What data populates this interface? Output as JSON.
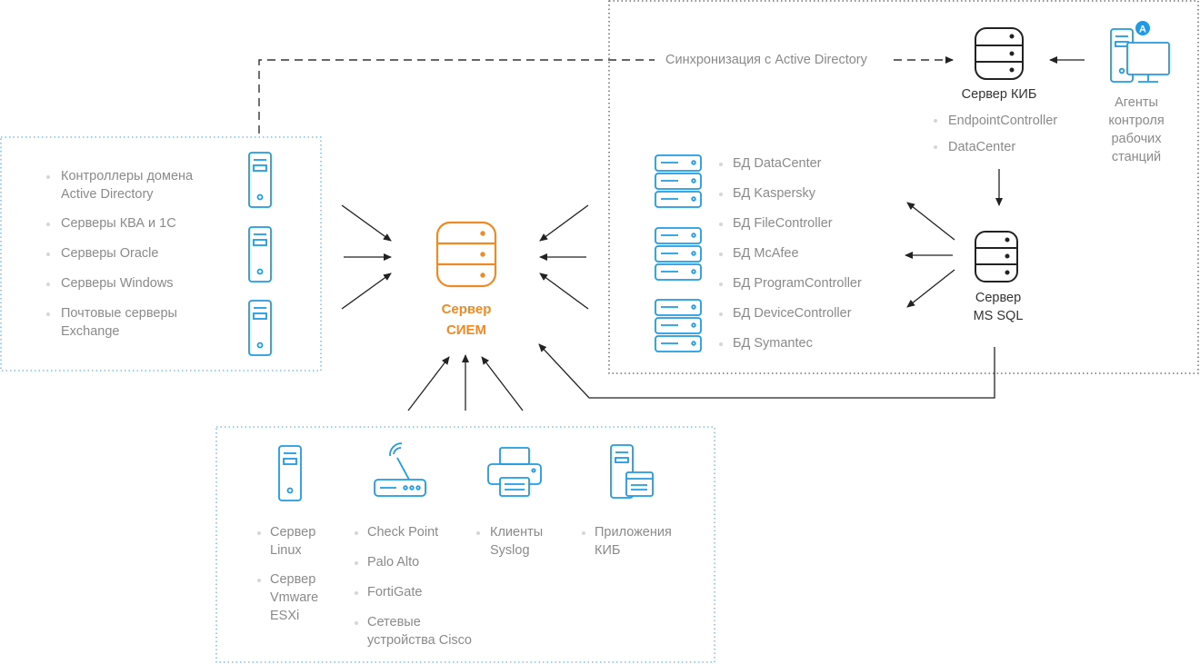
{
  "colors": {
    "accent_orange": "#f08a24",
    "icon_blue": "#1e9be6",
    "dark_icon": "#222222",
    "text_gray": "#8a8a8a",
    "frame_blue": "#5fb4ea"
  },
  "sync_label": "Синхронизация с Active Directory",
  "siem": {
    "line1": "Сервер",
    "line2": "СИЕМ",
    "icon": "database-icon"
  },
  "left_group": {
    "items": [
      "Контроллеры домена",
      "Active Directory",
      "Серверы КВА и 1С",
      "Серверы Oracle",
      "Серверы Windows",
      "Почтовые серверы",
      "Exchange"
    ],
    "icon": "server-tower-icon"
  },
  "kib_server": {
    "label": "Сервер КИБ",
    "icon": "database-icon",
    "items": [
      "EndpointController",
      "DataCenter"
    ]
  },
  "agents": {
    "lines": [
      "Агенты",
      "контроля",
      "рабочих",
      "станций"
    ],
    "icon": "workstation-agent-icon",
    "badge": "A"
  },
  "mssql": {
    "line1": "Сервер",
    "line2": "MS SQL",
    "icon": "database-icon"
  },
  "databases": [
    "БД DataCenter",
    "БД Kaspersky",
    "БД FileController",
    "БД McAfee",
    "БД ProgramController",
    "БД DeviceController",
    "БД Symantec"
  ],
  "bottom_group": {
    "col1": [
      "Сервер",
      "Linux",
      "Сервер",
      "Vmware",
      "ESXi"
    ],
    "col2": [
      "Check Point",
      "Palo Alto",
      "FortiGate",
      "Сетевые",
      "устройства Cisco"
    ],
    "col3": [
      "Клиенты",
      "Syslog"
    ],
    "col4": [
      "Приложения",
      "КИБ"
    ],
    "icons": [
      "server-tower-icon",
      "router-icon",
      "printer-icon",
      "app-server-icon"
    ]
  }
}
